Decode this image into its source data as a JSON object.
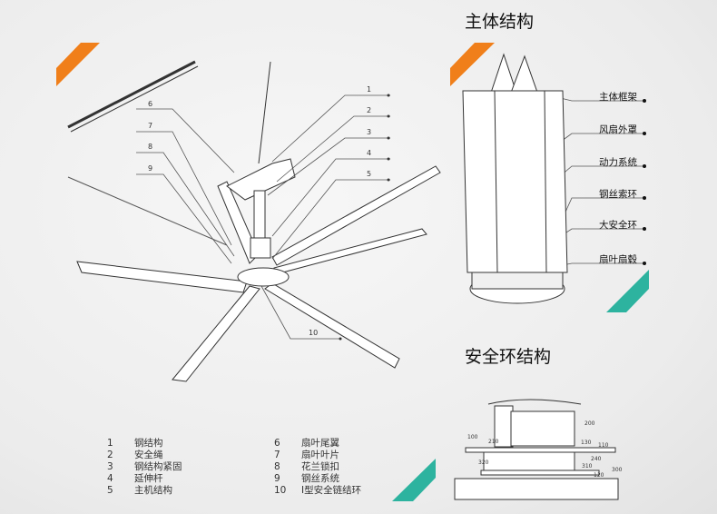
{
  "titles": {
    "main_structure": "主体结构",
    "safety_ring_structure": "安全环结构"
  },
  "callouts": [
    "1",
    "2",
    "3",
    "4",
    "5",
    "6",
    "7",
    "8",
    "9",
    "10"
  ],
  "main_parts": [
    "主体框架",
    "风扇外罩",
    "动力系统",
    "钢丝索环",
    "大安全环",
    "扇叶扇毂"
  ],
  "safety_ring_labels": {
    "l100": "100",
    "l210": "210",
    "l200": "200",
    "l130": "130",
    "l110": "110",
    "l240": "240",
    "l320": "320",
    "l310": "310",
    "l120": "120",
    "l300": "300"
  },
  "legend": [
    {
      "num": "1",
      "name": "钢结构"
    },
    {
      "num": "2",
      "name": "安全绳"
    },
    {
      "num": "3",
      "name": "钢结构紧固"
    },
    {
      "num": "4",
      "name": "延伸杆"
    },
    {
      "num": "5",
      "name": "主机结构"
    },
    {
      "num": "6",
      "name": "扇叶尾翼"
    },
    {
      "num": "7",
      "name": "扇叶叶片"
    },
    {
      "num": "8",
      "name": "花兰锁扣"
    },
    {
      "num": "9",
      "name": "钢丝系统"
    },
    {
      "num": "10",
      "name": "I型安全链结环"
    }
  ],
  "colors": {
    "orange": "#f07f1a",
    "teal": "#2db39f"
  }
}
